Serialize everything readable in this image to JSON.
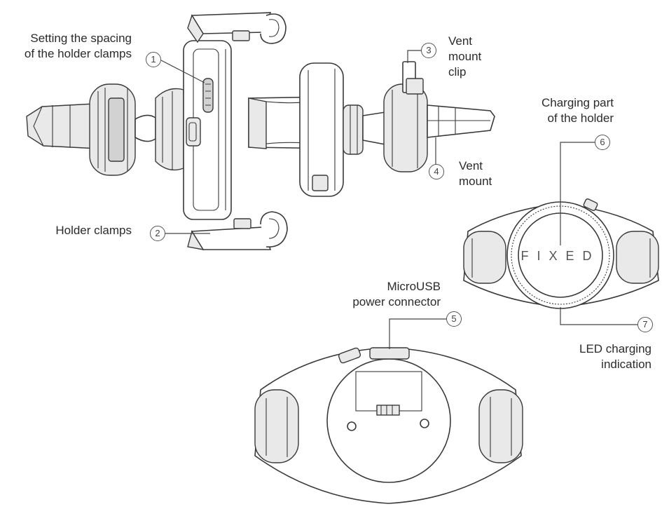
{
  "callouts": [
    {
      "number": "1",
      "lines": [
        "Setting the spacing",
        "of the holder clamps"
      ]
    },
    {
      "number": "2",
      "lines": [
        "Holder clamps"
      ]
    },
    {
      "number": "3",
      "lines": [
        "Vent",
        "mount",
        "clip"
      ]
    },
    {
      "number": "4",
      "lines": [
        "Vent",
        "mount"
      ]
    },
    {
      "number": "5",
      "lines": [
        "MicroUSB",
        "power connector"
      ]
    },
    {
      "number": "6",
      "lines": [
        "Charging part",
        "of the holder"
      ]
    },
    {
      "number": "7",
      "lines": [
        "LED charging",
        "indication"
      ]
    }
  ],
  "product": {
    "brand_mark": "FIXED"
  }
}
